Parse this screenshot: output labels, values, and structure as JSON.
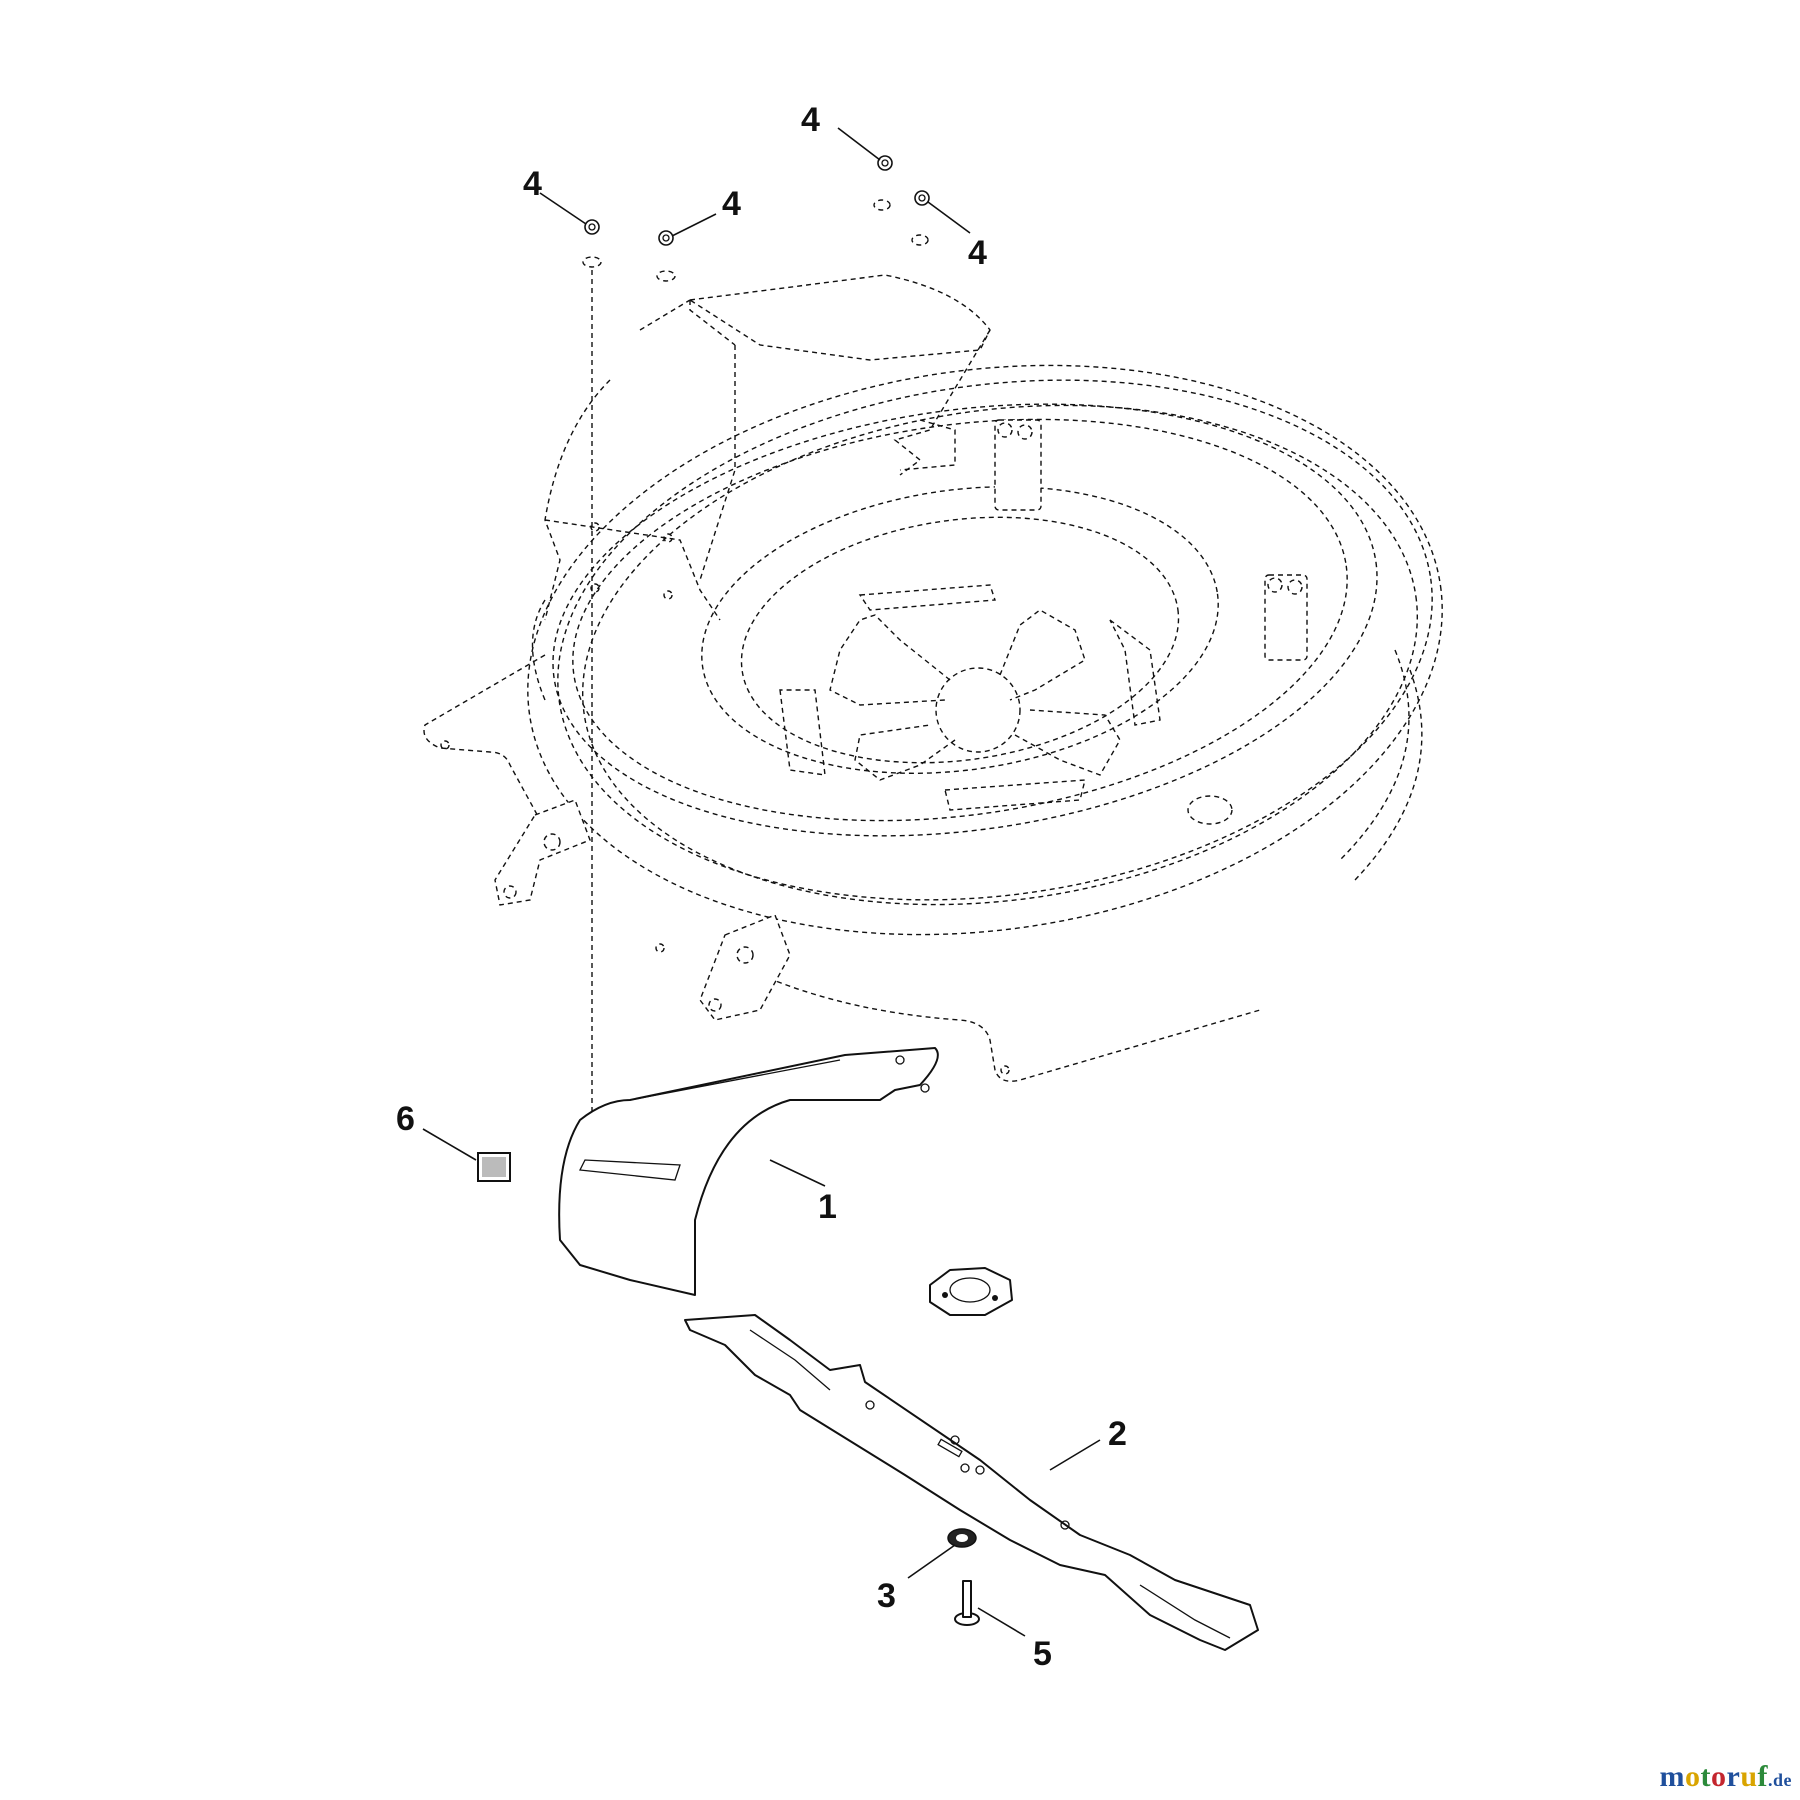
{
  "callouts": {
    "deflector": "1",
    "blade": "2",
    "blade_adapter": "3",
    "nut_a": "4",
    "nut_b": "4",
    "nut_c": "4",
    "nut_d": "4",
    "bolt": "5",
    "label_sticker": "6"
  },
  "watermark": {
    "main": "motoruf",
    "suffix": ".de",
    "letter_colors": [
      "#1f4f9c",
      "#d9a400",
      "#2c8a3a",
      "#c4262e",
      "#1f4f9c",
      "#d9a400",
      "#2c8a3a"
    ]
  }
}
